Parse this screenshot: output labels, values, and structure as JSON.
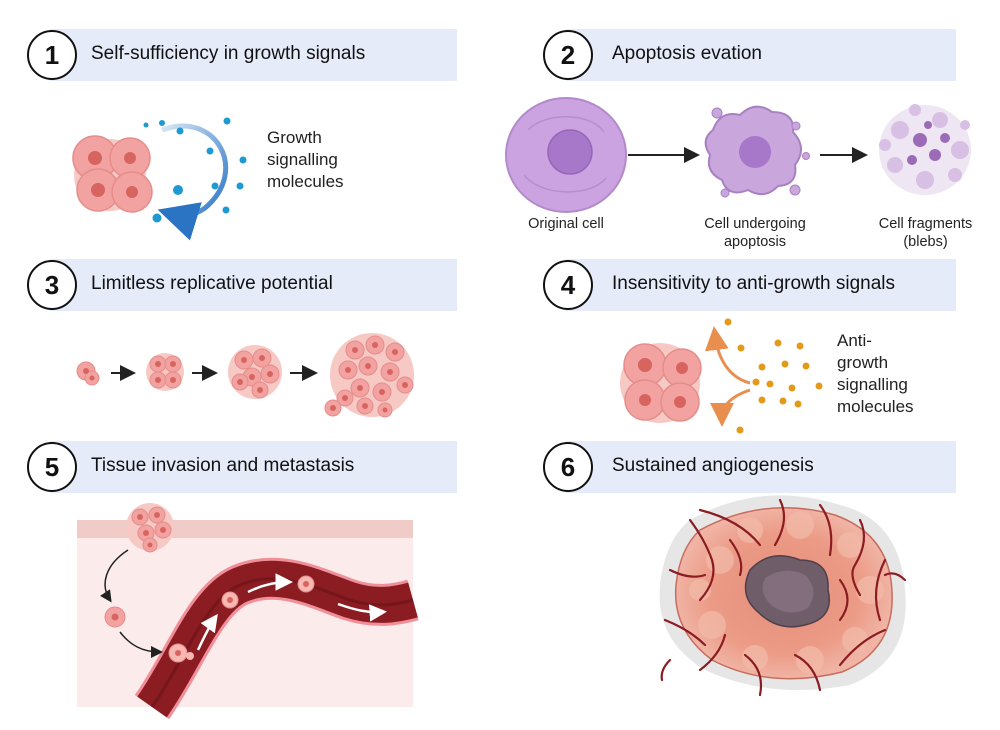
{
  "panels": [
    {
      "number": "1",
      "title": "Self-sufficiency in growth signals"
    },
    {
      "number": "2",
      "title": "Apoptosis evation"
    },
    {
      "number": "3",
      "title": "Limitless replicative potential"
    },
    {
      "number": "4",
      "title": "Insensitivity to anti-growth signals"
    },
    {
      "number": "5",
      "title": "Tissue invasion and metastasis"
    },
    {
      "number": "6",
      "title": "Sustained angiogenesis"
    }
  ],
  "labels": {
    "growth_signalling": [
      "Growth",
      "signalling",
      "molecules"
    ],
    "original_cell": "Original cell",
    "undergoing": [
      "Cell undergoing",
      "apoptosis"
    ],
    "fragments": [
      "Cell fragments",
      "(blebs)"
    ],
    "anti_growth": [
      "Anti-",
      "growth",
      "signalling",
      "molecules"
    ]
  },
  "colors": {
    "band": "#e6ebfa",
    "cancer_cell": "#f2a3a1",
    "apoptotic_cell": "#c9a6dc",
    "signal_blue": "#1e9ad0",
    "signal_orange": "#e39a1b",
    "vessel": "#8b1c22"
  }
}
